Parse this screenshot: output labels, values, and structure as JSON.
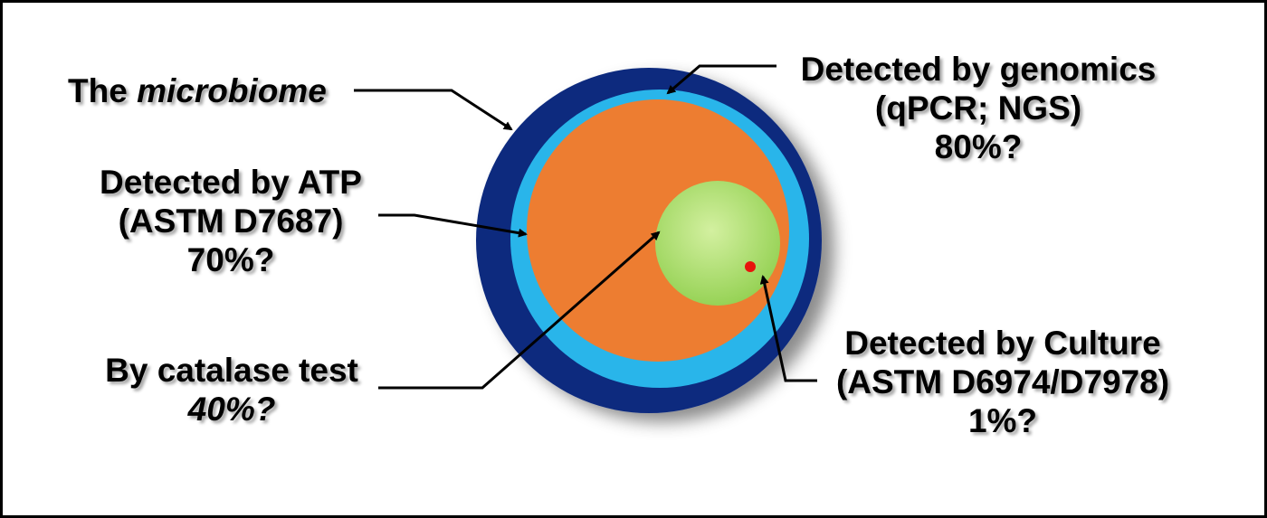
{
  "labels": {
    "microbiome": {
      "prefix": "The ",
      "emph": "microbiome"
    },
    "genomics": {
      "line1": "Detected by genomics",
      "line2": "(qPCR; NGS)",
      "line3": "80%?"
    },
    "atp": {
      "line1": "Detected by ATP",
      "line2": "(ASTM D7687)",
      "line3": "70%?"
    },
    "catalase": {
      "line1": "By catalase test",
      "line2": "40%?"
    },
    "culture": {
      "line1": "Detected by Culture",
      "line2": "(ASTM D6974/D7978)",
      "line3": "1%?"
    }
  },
  "circles": [
    {
      "id": "microbiome",
      "color": "#0b2a7e"
    },
    {
      "id": "genomics",
      "color": "#29b5ea"
    },
    {
      "id": "atp",
      "color": "#ed7d31"
    },
    {
      "id": "catalase",
      "color": "#92d050"
    },
    {
      "id": "culture",
      "color": "#e8140c"
    }
  ]
}
